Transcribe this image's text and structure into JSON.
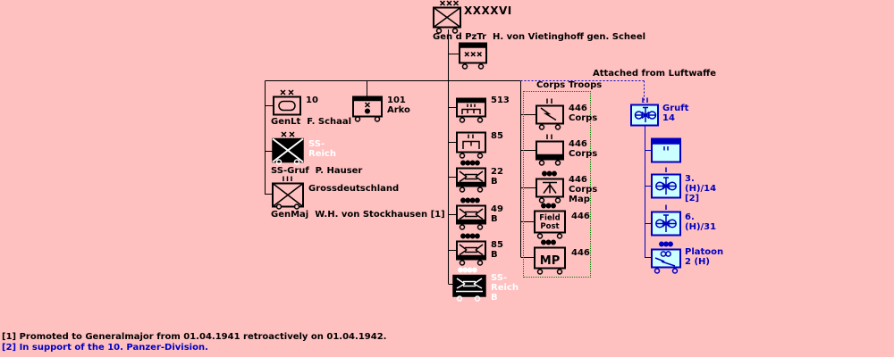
{
  "colors": {
    "background": "#FFC0C0",
    "line_black": "#000000",
    "luftwaffe_blue": "#0000C0",
    "luftwaffe_fill": "#CCFFFF",
    "corps_troops_green": "#008000",
    "ss_white": "#FFFFFF"
  },
  "header": {
    "corps_label": "XXXXVI",
    "corps_caption": "Gen d PzTr  H. von Vietinghoff gen. Scheel",
    "corps_echelon": "xxx",
    "hq_symbol": "corps-headquarters-wagon"
  },
  "annotations": {
    "attached_note": "Attached from Luftwaffe",
    "corps_troops_title": "Corps Troops"
  },
  "units": {
    "d10": {
      "label": "10",
      "commander": "GenLt  F. Schaal",
      "echelon": "xx",
      "symbol": "panzer-division"
    },
    "arko": {
      "label": "101\nArko",
      "symbol": "artillery-command-wagon"
    },
    "ssreich": {
      "label": "SS-Reich",
      "commander": "SS-Gruf  P. Hauser",
      "echelon": "xx",
      "symbol": "ss-motorized-division"
    },
    "gd": {
      "label": "Grossdeutschland",
      "commander": "GenMaj  W.H. von Stockhausen [1]",
      "echelon": "|||",
      "symbol": "motorized-infantry-regiment"
    },
    "u513": {
      "label": "513",
      "symbol": "column-wagon"
    },
    "u85": {
      "label": "85",
      "symbol": "column-wagon"
    },
    "b22": {
      "label": "22\nB",
      "echelon": "....",
      "symbol": "bridging-column"
    },
    "b49": {
      "label": "49\nB",
      "echelon": "....",
      "symbol": "bridging-column"
    },
    "b85": {
      "label": "85\nB",
      "echelon": "....",
      "symbol": "bridging-column"
    },
    "bss": {
      "label": "SS-Reich\nB",
      "echelon": "....",
      "symbol": "ss-bridging-column"
    },
    "c446sig": {
      "label": "446\nCorps",
      "echelon": "||",
      "symbol": "signals-company"
    },
    "c446sup": {
      "label": "446\nCorps",
      "echelon": "||",
      "symbol": "supply-company"
    },
    "c446map": {
      "label": "446\nCorps\nMap",
      "echelon": "...",
      "symbol": "mapping-detachment"
    },
    "fieldpost": {
      "label": "446",
      "inner1": "Field",
      "inner2": "Post",
      "echelon": "...",
      "symbol": "field-post-office"
    },
    "mp": {
      "label": "446",
      "inner": "MP",
      "echelon": "...",
      "symbol": "military-police-detachment"
    },
    "gruft": {
      "label": "Gruft\n14",
      "echelon": "||",
      "symbol": "luftwaffe-air-group"
    },
    "lwhq": {
      "label": "",
      "echelon": "||",
      "symbol": "luftwaffe-headquarters"
    },
    "sq3": {
      "label": "3.(H)/14\n[2]",
      "echelon": "|",
      "symbol": "recon-squadron"
    },
    "sq6": {
      "label": "6.(H)/31",
      "echelon": "|",
      "symbol": "recon-squadron"
    },
    "platoon": {
      "label": "Platoon\n2 (H)",
      "echelon": "...",
      "symbol": "luftwaffe-signals-platoon"
    }
  },
  "footnotes": [
    "[1] Promoted to Generalmajor from 01.04.1941 retroactively on 01.04.1942.",
    "[2] In support of the 10. Panzer-Division."
  ]
}
